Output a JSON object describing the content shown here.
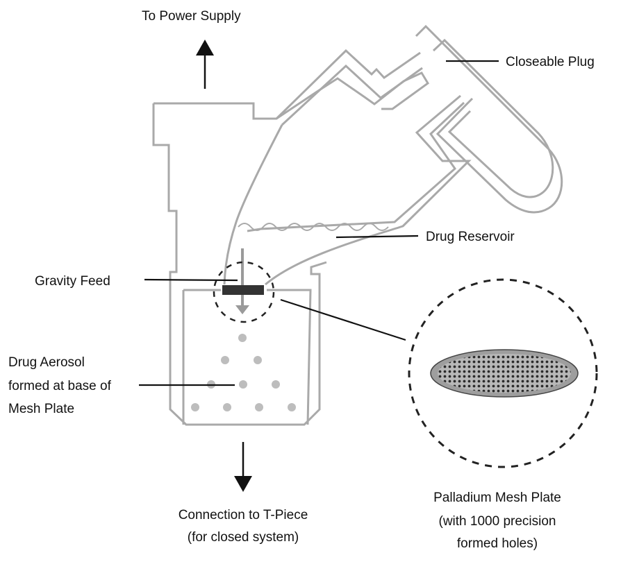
{
  "diagram": {
    "title": "Vibrating mesh nebulizer schematic",
    "labels": {
      "power": "To Power Supply",
      "plug": "Closeable Plug",
      "reservoir": "Drug Reservoir",
      "gravity": "Gravity Feed",
      "aerosol_line1": "Drug Aerosol",
      "aerosol_line2": "formed at base of",
      "aerosol_line3": "Mesh Plate",
      "connection_line1": "Connection to T-Piece",
      "connection_line2": "(for closed system)",
      "mesh_line1": "Palladium Mesh Plate",
      "mesh_line2": "(with 1000 precision",
      "mesh_line3": "formed holes)"
    },
    "arrows": {
      "up": "arrow-up-icon",
      "down": "arrow-down-icon"
    },
    "colors": {
      "outline": "#a9a9a9",
      "text": "#111111",
      "mesh_plate": "#333333",
      "droplets": "#bdbdbd"
    }
  }
}
